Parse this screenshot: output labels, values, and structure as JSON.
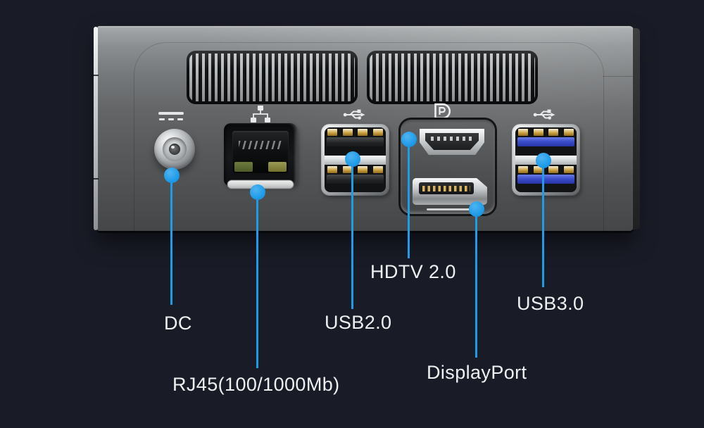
{
  "image": {
    "type": "annotated-product-photo",
    "subject": "Mini PC rear panel with labeled ports"
  },
  "colors": {
    "background": "#191B26",
    "callout_blue": "#1F9CE9",
    "label_text": "#EEF0F2",
    "chassis_gray": "#636568",
    "usb3_tongue_blue": "#3D4ECC"
  },
  "callouts": {
    "dc": {
      "label": "DC"
    },
    "rj45": {
      "label": "RJ45(100/1000Mb)"
    },
    "usb2": {
      "label": "USB2.0"
    },
    "hdtv": {
      "label": "HDTV 2.0"
    },
    "displayport": {
      "label": "DisplayPort"
    },
    "usb3": {
      "label": "USB3.0"
    }
  },
  "port_icons": [
    "dc-power-icon",
    "ethernet-icon",
    "usb-icon",
    "displayport-logo-icon",
    "usb-icon"
  ]
}
